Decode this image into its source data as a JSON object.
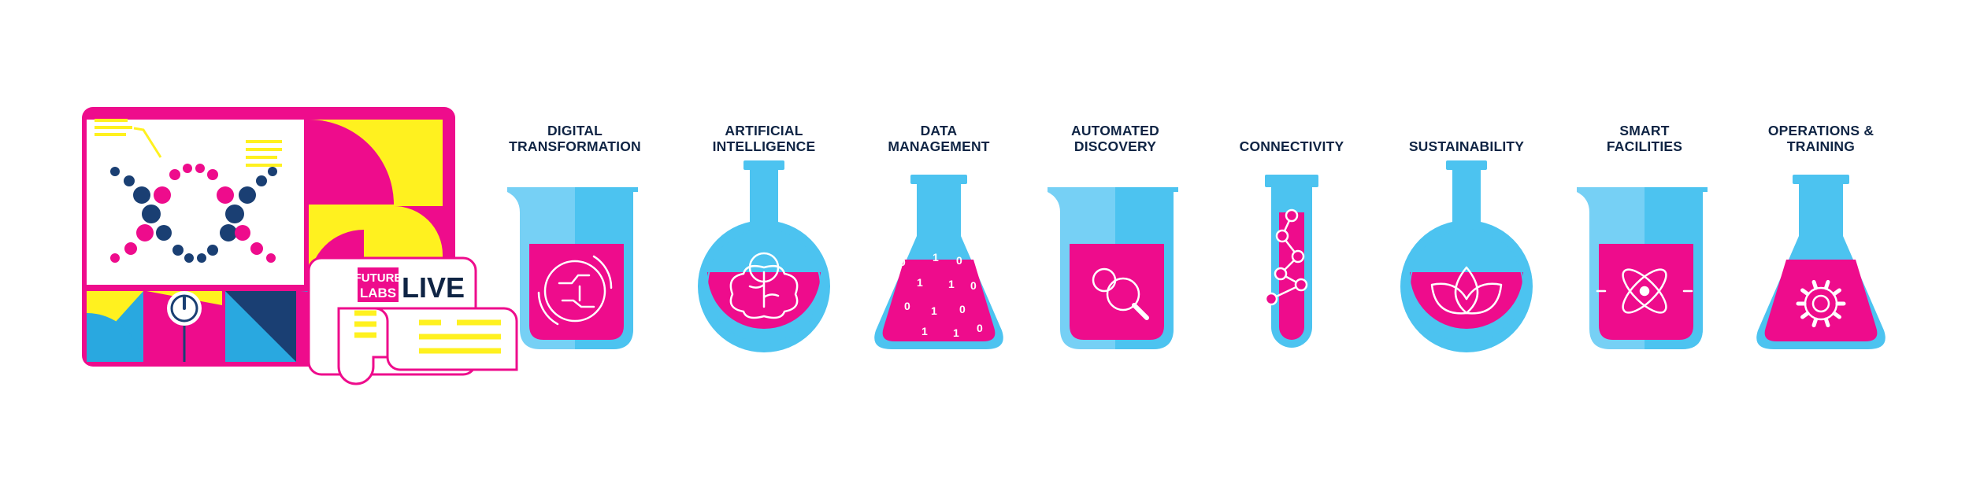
{
  "hero": {
    "logo_line1": "FUTURE",
    "logo_line2": "LABS",
    "logo_live": "LIVE"
  },
  "categories": [
    {
      "line1": "DIGITAL",
      "line2": "TRANSFORMATION",
      "vessel": "beaker",
      "icon": "globe-circuit-icon"
    },
    {
      "line1": "ARTIFICIAL",
      "line2": "INTELLIGENCE",
      "vessel": "round-flask",
      "icon": "brain-gear-icon"
    },
    {
      "line1": "DATA",
      "line2": "MANAGEMENT",
      "vessel": "conical-flask",
      "icon": "binary-data-icon"
    },
    {
      "line1": "AUTOMATED",
      "line2": "DISCOVERY",
      "vessel": "beaker",
      "icon": "gear-magnifier-icon"
    },
    {
      "line1": "CONNECTIVITY",
      "line2": "",
      "vessel": "test-tube",
      "icon": "molecule-icon"
    },
    {
      "line1": "SUSTAINABILITY",
      "line2": "",
      "vessel": "round-flask",
      "icon": "leaf-icon"
    },
    {
      "line1": "SMART",
      "line2": "FACILITIES",
      "vessel": "beaker",
      "icon": "atom-icon"
    },
    {
      "line1": "OPERATIONS &",
      "line2": "TRAINING",
      "vessel": "conical-flask",
      "icon": "gear-icon"
    }
  ],
  "colors": {
    "magenta": "#ee0c8c",
    "cyan": "#4cc3f0",
    "cyan_light": "#76d0f5",
    "navy": "#0f2444",
    "yellow": "#fff11f",
    "blue": "#29a8e0",
    "dark_blue": "#1a3f73"
  }
}
